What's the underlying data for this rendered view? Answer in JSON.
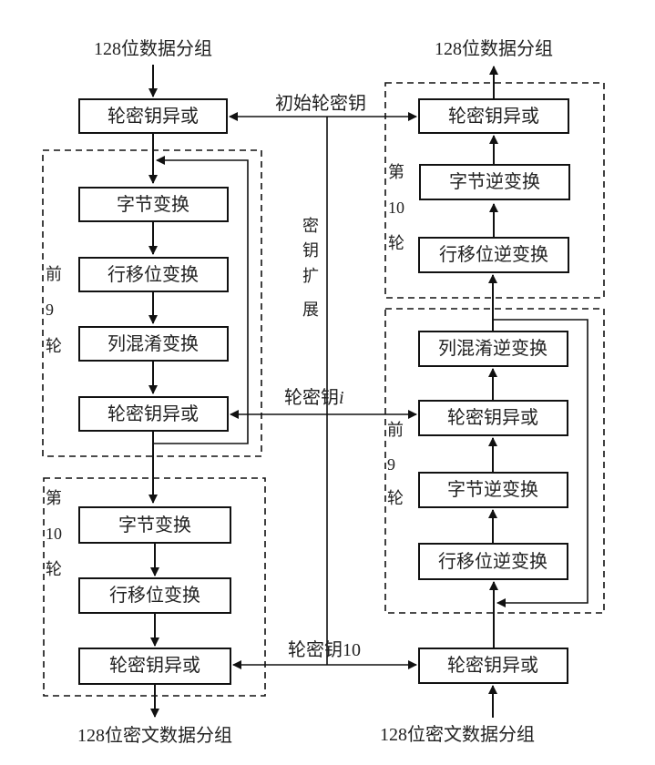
{
  "diagram": {
    "encryption": {
      "input_label": "128位数据分组",
      "initial_xor": "轮密钥异或",
      "first9": {
        "group_label": [
          "前",
          "9",
          "轮"
        ],
        "steps": [
          "字节变换",
          "行移位变换",
          "列混淆变换",
          "轮密钥异或"
        ]
      },
      "round10": {
        "group_label": [
          "第",
          "10",
          "轮"
        ],
        "steps": [
          "字节变换",
          "行移位变换",
          "轮密钥异或"
        ]
      },
      "output_label": "128位密文数据分组"
    },
    "decryption": {
      "input_label": "128位密文数据分组",
      "initial_xor": "轮密钥异或",
      "first9": {
        "group_label": [
          "前",
          "9",
          "轮"
        ],
        "steps": [
          "行移位逆变换",
          "字节逆变换",
          "轮密钥异或",
          "列混淆逆变换"
        ]
      },
      "round10": {
        "group_label": [
          "第",
          "10",
          "轮"
        ],
        "steps": [
          "行移位逆变换",
          "字节逆变换",
          "轮密钥异或"
        ]
      },
      "output_label": "128位数据分组"
    },
    "key_schedule": {
      "label": [
        "密",
        "钥",
        "扩",
        "展"
      ],
      "initial_key": "初始轮密钥",
      "round_key_i_prefix": "轮密钥",
      "round_key_i_suffix": "i",
      "round_key_10": "轮密钥10"
    },
    "colors": {
      "stroke": "#111111",
      "text": "#222222",
      "background": "#ffffff"
    }
  }
}
